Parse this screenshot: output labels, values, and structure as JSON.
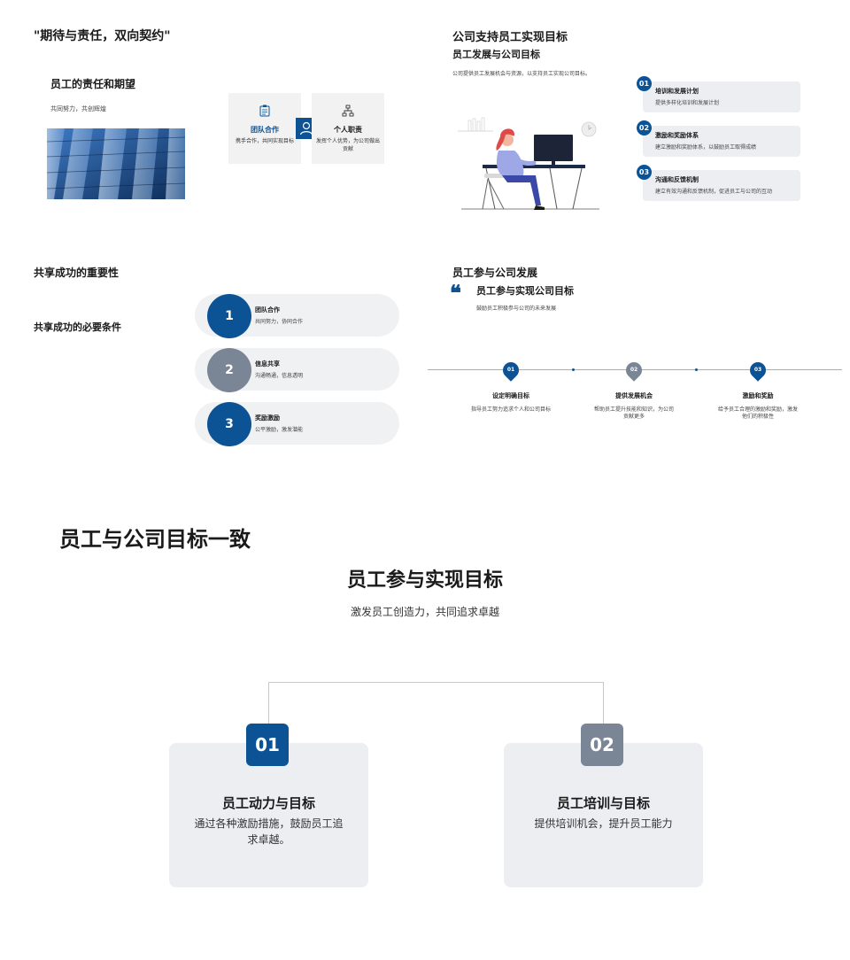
{
  "slide1": {
    "title": "\"期待与责任，双向契约\"",
    "subtitle": "员工的责任和期望",
    "description": "共同努力，共创辉煌",
    "cards": [
      {
        "title": "团队合作",
        "desc": "携手合作，共同实现目标",
        "icon": "clipboard-icon"
      },
      {
        "title": "个人职责",
        "desc": "发挥个人优势，为公司做出贡献",
        "icon": "hierarchy-icon"
      }
    ],
    "center_icon": "person-icon",
    "accent": "#0b5394"
  },
  "slide2": {
    "title": "公司支持员工实现目标",
    "subtitle": "员工发展与公司目标",
    "description": "公司提供员工发展机会与资源，以支持员工实现公司目标。",
    "items": [
      {
        "num": "01",
        "title": "培训和发展计划",
        "desc": "提供多样化培训和发展计划"
      },
      {
        "num": "02",
        "title": "激励和奖励体系",
        "desc": "建立激励和奖励体系，以鼓励员工取得成绩"
      },
      {
        "num": "03",
        "title": "沟通和反馈机制",
        "desc": "建立有效沟通和反馈机制，促进员工与公司的互动"
      }
    ]
  },
  "slide3": {
    "title": "共享成功的重要性",
    "subtitle": "共享成功的必要条件",
    "items": [
      {
        "num": "1",
        "title": "团队合作",
        "desc": "共同努力，协同合作",
        "color": "#0b5394"
      },
      {
        "num": "2",
        "title": "信息共享",
        "desc": "沟通畅通，信息透明",
        "color": "#7a8595"
      },
      {
        "num": "3",
        "title": "奖励激励",
        "desc": "公平激励，激发潜能",
        "color": "#0b5394"
      }
    ]
  },
  "slide4": {
    "title": "员工参与公司发展",
    "quote_mark": "❝",
    "subtitle": "员工参与实现公司目标",
    "description": "鼓励员工积极参与公司的未来发展",
    "steps": [
      {
        "num": "01",
        "title": "设定明确目标",
        "desc": "指导员工努力追求个人和公司目标",
        "color": "#0b5394"
      },
      {
        "num": "02",
        "title": "提供发展机会",
        "desc": "帮助员工提升技能和知识，为公司贡献更多",
        "color": "#7a8595"
      },
      {
        "num": "03",
        "title": "激励和奖励",
        "desc": "给予员工合理的激励和奖励，激发他们的积极性",
        "color": "#0b5394"
      }
    ]
  },
  "slide5": {
    "title": "员工与公司目标一致",
    "subtitle": "员工参与实现目标",
    "description": "激发员工创造力，共同追求卓越",
    "cards": [
      {
        "num": "01",
        "title": "员工动力与目标",
        "desc": "通过各种激励措施，鼓励员工追求卓越。",
        "color": "#0b5394"
      },
      {
        "num": "02",
        "title": "员工培训与目标",
        "desc": "提供培训机会，提升员工能力",
        "color": "#7a8595"
      }
    ]
  }
}
